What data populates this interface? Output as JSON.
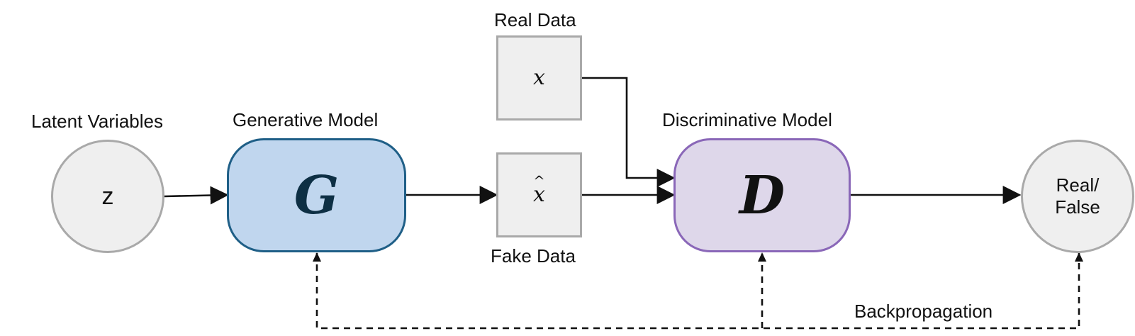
{
  "labels": {
    "latent_variables": "Latent Variables",
    "generative_model": "Generative Model",
    "real_data": "Real Data",
    "fake_data": "Fake Data",
    "discriminative_model": "Discriminative Model",
    "backpropagation": "Backpropagation"
  },
  "nodes": {
    "z": "z",
    "generator": "G",
    "real_sample": "x",
    "fake_sample": "x",
    "fake_sample_hat": "^",
    "discriminator": "D",
    "output_line1": "Real/",
    "output_line2": "False"
  },
  "colors": {
    "generator_fill": "#c0d6ee",
    "generator_border": "#1f5f87",
    "generator_text": "#0d2f44",
    "discriminator_fill": "#ded7ea",
    "discriminator_border": "#8a67b8",
    "node_fill": "#efefef",
    "node_border": "#a9a9a9",
    "arrow": "#111111"
  }
}
